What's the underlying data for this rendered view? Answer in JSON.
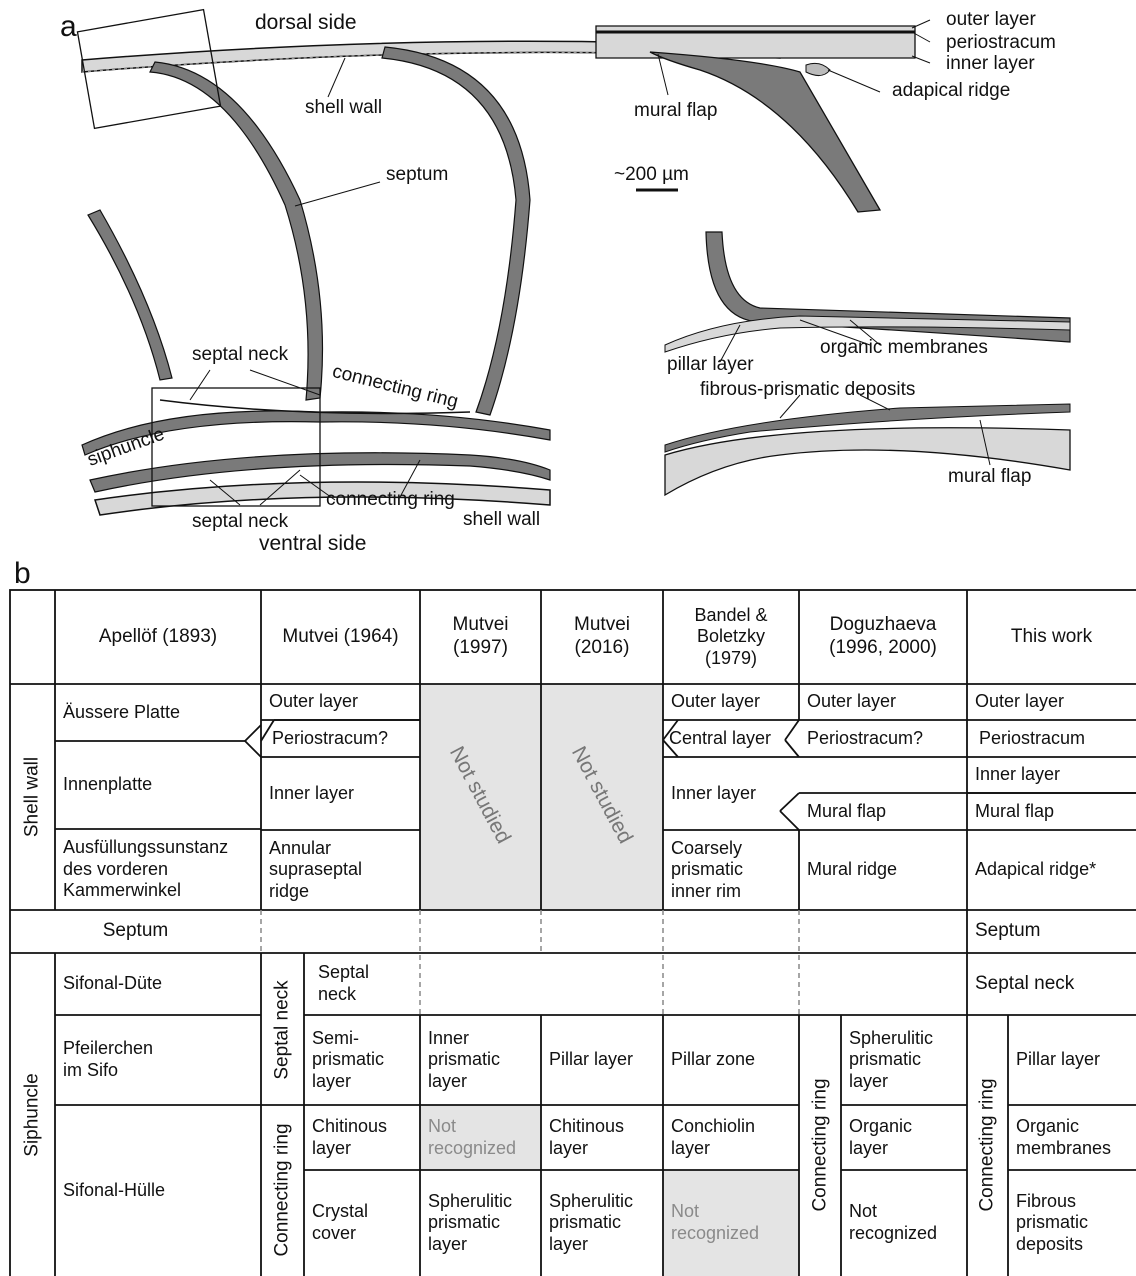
{
  "panel_a": {
    "letter": "a",
    "labels": {
      "dorsal_side": "dorsal side",
      "shell_wall_top": "shell wall",
      "septum": "septum",
      "septal_neck_upper": "septal neck",
      "connecting_ring_upper": "connecting ring",
      "siphuncle": "siphuncle",
      "connecting_ring_lower": "connecting ring",
      "septal_neck_lower": "septal neck",
      "shell_wall_bottom": "shell wall",
      "ventral_side": "ventral side",
      "outer_layer": "outer layer",
      "periostracum": "periostracum",
      "inner_layer": "inner layer",
      "adapical_ridge": "adapical ridge",
      "mural_flap_top": "mural flap",
      "scale": "~200 µm",
      "organic_membranes": "organic membranes",
      "pillar_layer": "pillar layer",
      "fibrous_prismatic": "fibrous-prismatic deposits",
      "mural_flap_bottom": "mural flap"
    }
  },
  "panel_b": {
    "letter": "b",
    "headers": {
      "apellof": "Apellöf (1893)",
      "mutvei1964": "Mutvei (1964)",
      "mutvei1997": "Mutvei\n(1997)",
      "mutvei2016": "Mutvei\n(2016)",
      "bandel": "Bandel &\nBoletzky\n(1979)",
      "doguzhaeva": "Doguzhaeva\n(1996, 2000)",
      "thiswork": "This work"
    },
    "groups": {
      "shell_wall": "Shell wall",
      "septum": "Septum",
      "siphuncle": "Siphuncle",
      "septal_neck": "Septal neck",
      "connecting_ring": "Connecting ring"
    },
    "not_studied": "Not studied",
    "cells": {
      "ap_aussere": "Äussere Platte",
      "ap_innen": "Innenplatte",
      "ap_ausf": "Ausfüllungssunstanz\ndes vorderen\nKammerwinkel",
      "ap_sifdute": "Sifonal-Düte",
      "ap_pfeil": "Pfeilerchen\nim Sifo",
      "ap_sifhulle": "Sifonal-Hülle",
      "m64_outer": "Outer layer",
      "m64_perio": "Periostracum?",
      "m64_inner": "Inner layer",
      "m64_annular": "Annular\nsupraseptal\nridge",
      "m64_septalneck": "Septal\nneck",
      "m64_semi": "Semi-\nprismatic\nlayer",
      "m64_chitin": "Chitinous\nlayer",
      "m64_crystal": "Crystal\ncover",
      "m97_inner": "Inner\nprismatic\nlayer",
      "m97_notrec": "Not\nrecognized",
      "m97_spher": "Spherulitic\nprismatic\nlayer",
      "m16_pillar": "Pillar layer",
      "m16_chitin": "Chitinous\nlayer",
      "m16_spher": "Spherulitic\nprismatic\nlayer",
      "bb_outer": "Outer layer",
      "bb_central": "Central layer",
      "bb_inner": "Inner layer",
      "bb_coarse": "Coarsely\nprismatic\ninner rim",
      "bb_pillar": "Pillar zone",
      "bb_conch": "Conchiolin\nlayer",
      "bb_notrec": "Not\nrecognized",
      "dg_outer": "Outer layer",
      "dg_perio": "Periostracum?",
      "dg_mural": "Mural flap",
      "dg_ridge": "Mural ridge",
      "dg_spher": "Spherulitic\nprismatic\nlayer",
      "dg_org": "Organic\nlayer",
      "dg_notrec": "Not\nrecognized",
      "tw_outer": "Outer layer",
      "tw_perio": "Periostracum",
      "tw_inner": "Inner layer",
      "tw_mural": "Mural flap",
      "tw_adap": "Adapical ridge*",
      "tw_septum": "Septum",
      "tw_septalneck": "Septal neck",
      "tw_pillar": "Pillar layer",
      "tw_org": "Organic\nmembranes",
      "tw_fib": "Fibrous\nprismatic\ndeposits"
    }
  },
  "colors": {
    "septum_fill": "#7a7a7a",
    "shell_fill": "#d4d4d4",
    "table_gray": "#e4e4e4",
    "line": "#111111"
  }
}
